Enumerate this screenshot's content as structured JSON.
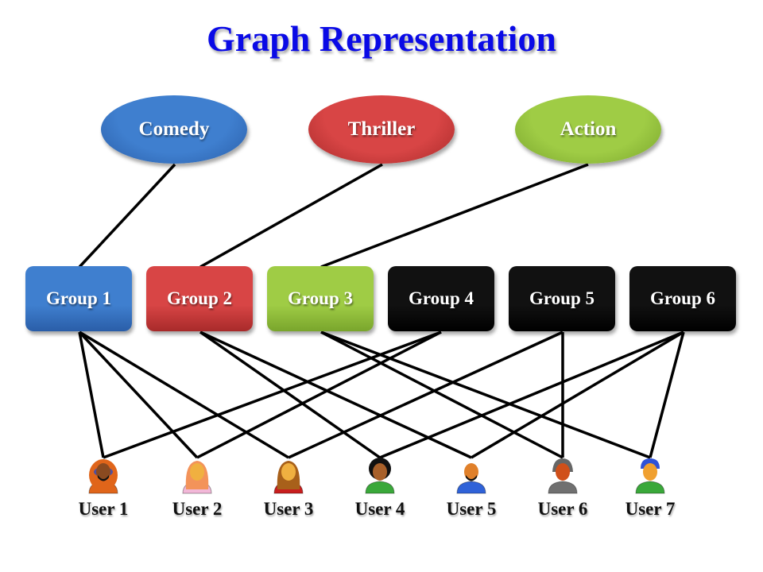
{
  "title": "Graph Representation",
  "genres": [
    {
      "id": "comedy",
      "label": "Comedy",
      "color": "#3f7fcf",
      "color_dark": "#2a5ea8"
    },
    {
      "id": "thriller",
      "label": "Thriller",
      "color": "#d84545",
      "color_dark": "#a82a2a"
    },
    {
      "id": "action",
      "label": "Action",
      "color": "#9fcc45",
      "color_dark": "#79a52c"
    }
  ],
  "groups": [
    {
      "id": "g1",
      "label": "Group 1",
      "color": "#3f7fcf",
      "color_dark": "#2a5ea8"
    },
    {
      "id": "g2",
      "label": "Group 2",
      "color": "#d84545",
      "color_dark": "#a82a2a"
    },
    {
      "id": "g3",
      "label": "Group 3",
      "color": "#9fcc45",
      "color_dark": "#79a52c"
    },
    {
      "id": "g4",
      "label": "Group 4",
      "color": "#111111",
      "color_dark": "#000000"
    },
    {
      "id": "g5",
      "label": "Group 5",
      "color": "#111111",
      "color_dark": "#000000"
    },
    {
      "id": "g6",
      "label": "Group 6",
      "color": "#111111",
      "color_dark": "#000000"
    }
  ],
  "users": [
    {
      "id": "u1",
      "label": "User 1",
      "icon": "user-hooded-icon",
      "hair": "#e0651a",
      "skin": "#8a4a20",
      "body": "#e0651a"
    },
    {
      "id": "u2",
      "label": "User 2",
      "icon": "user-female-icon",
      "hair": "#f3935a",
      "skin": "#f0b040",
      "body": "#f2b8d8"
    },
    {
      "id": "u3",
      "label": "User 3",
      "icon": "user-female-icon",
      "hair": "#a8601a",
      "skin": "#f0b040",
      "body": "#c81e1e"
    },
    {
      "id": "u4",
      "label": "User 4",
      "icon": "user-afro-icon",
      "hair": "#111111",
      "skin": "#a8602a",
      "body": "#3aa83a"
    },
    {
      "id": "u5",
      "label": "User 5",
      "icon": "user-bearded-icon",
      "hair": "#222222",
      "skin": "#e0802a",
      "body": "#2f62d8"
    },
    {
      "id": "u6",
      "label": "User 6",
      "icon": "user-beanie-icon",
      "hair": "#666666",
      "skin": "#d0501a",
      "body": "#707070"
    },
    {
      "id": "u7",
      "label": "User 7",
      "icon": "user-cap-icon",
      "hair": "#2f52d8",
      "skin": "#f0a030",
      "body": "#3aa83a"
    }
  ],
  "edges": {
    "genre_group": [
      [
        "comedy",
        "g1"
      ],
      [
        "thriller",
        "g2"
      ],
      [
        "action",
        "g3"
      ]
    ],
    "group_user": [
      [
        "g1",
        "u1"
      ],
      [
        "g1",
        "u2"
      ],
      [
        "g1",
        "u3"
      ],
      [
        "g2",
        "u4"
      ],
      [
        "g2",
        "u5"
      ],
      [
        "g3",
        "u6"
      ],
      [
        "g3",
        "u7"
      ],
      [
        "g4",
        "u1"
      ],
      [
        "g4",
        "u2"
      ],
      [
        "g5",
        "u3"
      ],
      [
        "g5",
        "u6"
      ],
      [
        "g6",
        "u4"
      ],
      [
        "g6",
        "u5"
      ],
      [
        "g6",
        "u7"
      ]
    ]
  }
}
